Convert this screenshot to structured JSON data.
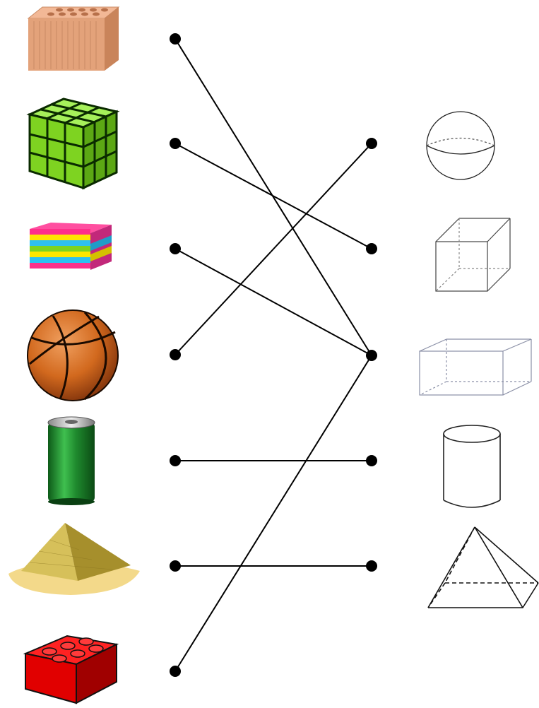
{
  "worksheet": {
    "left_items": [
      {
        "id": "brick",
        "icon": "brick-icon"
      },
      {
        "id": "rubiks_cube",
        "icon": "rubiks-cube-icon"
      },
      {
        "id": "sticky_note_pad",
        "icon": "sticky-note-pad-icon"
      },
      {
        "id": "basketball",
        "icon": "basketball-icon"
      },
      {
        "id": "soda_can",
        "icon": "soda-can-icon"
      },
      {
        "id": "pyramid",
        "icon": "pyramid-icon"
      },
      {
        "id": "lego_brick",
        "icon": "lego-brick-icon"
      }
    ],
    "right_shapes": [
      {
        "id": "sphere",
        "icon": "sphere-icon"
      },
      {
        "id": "cube",
        "icon": "cube-icon"
      },
      {
        "id": "rectangular_prism",
        "icon": "rectangular-prism-icon"
      },
      {
        "id": "cylinder",
        "icon": "cylinder-icon"
      },
      {
        "id": "square_pyramid",
        "icon": "square-pyramid-icon"
      }
    ],
    "matches": [
      {
        "from": "brick",
        "to": "rectangular_prism"
      },
      {
        "from": "rubiks_cube",
        "to": "cube"
      },
      {
        "from": "sticky_note_pad",
        "to": "rectangular_prism"
      },
      {
        "from": "basketball",
        "to": "sphere"
      },
      {
        "from": "soda_can",
        "to": "cylinder"
      },
      {
        "from": "pyramid",
        "to": "square_pyramid"
      },
      {
        "from": "lego_brick",
        "to": "rectangular_prism"
      }
    ],
    "colors": {
      "line": "#000000",
      "brick": "#e3a27a",
      "rubiks": "#7ed321",
      "basketball": "#d2691e",
      "can": "#1f8a2e",
      "pyramid": "#c8b44a",
      "sand": "#f3d98a",
      "lego": "#e10000",
      "outline": "#333333"
    }
  }
}
